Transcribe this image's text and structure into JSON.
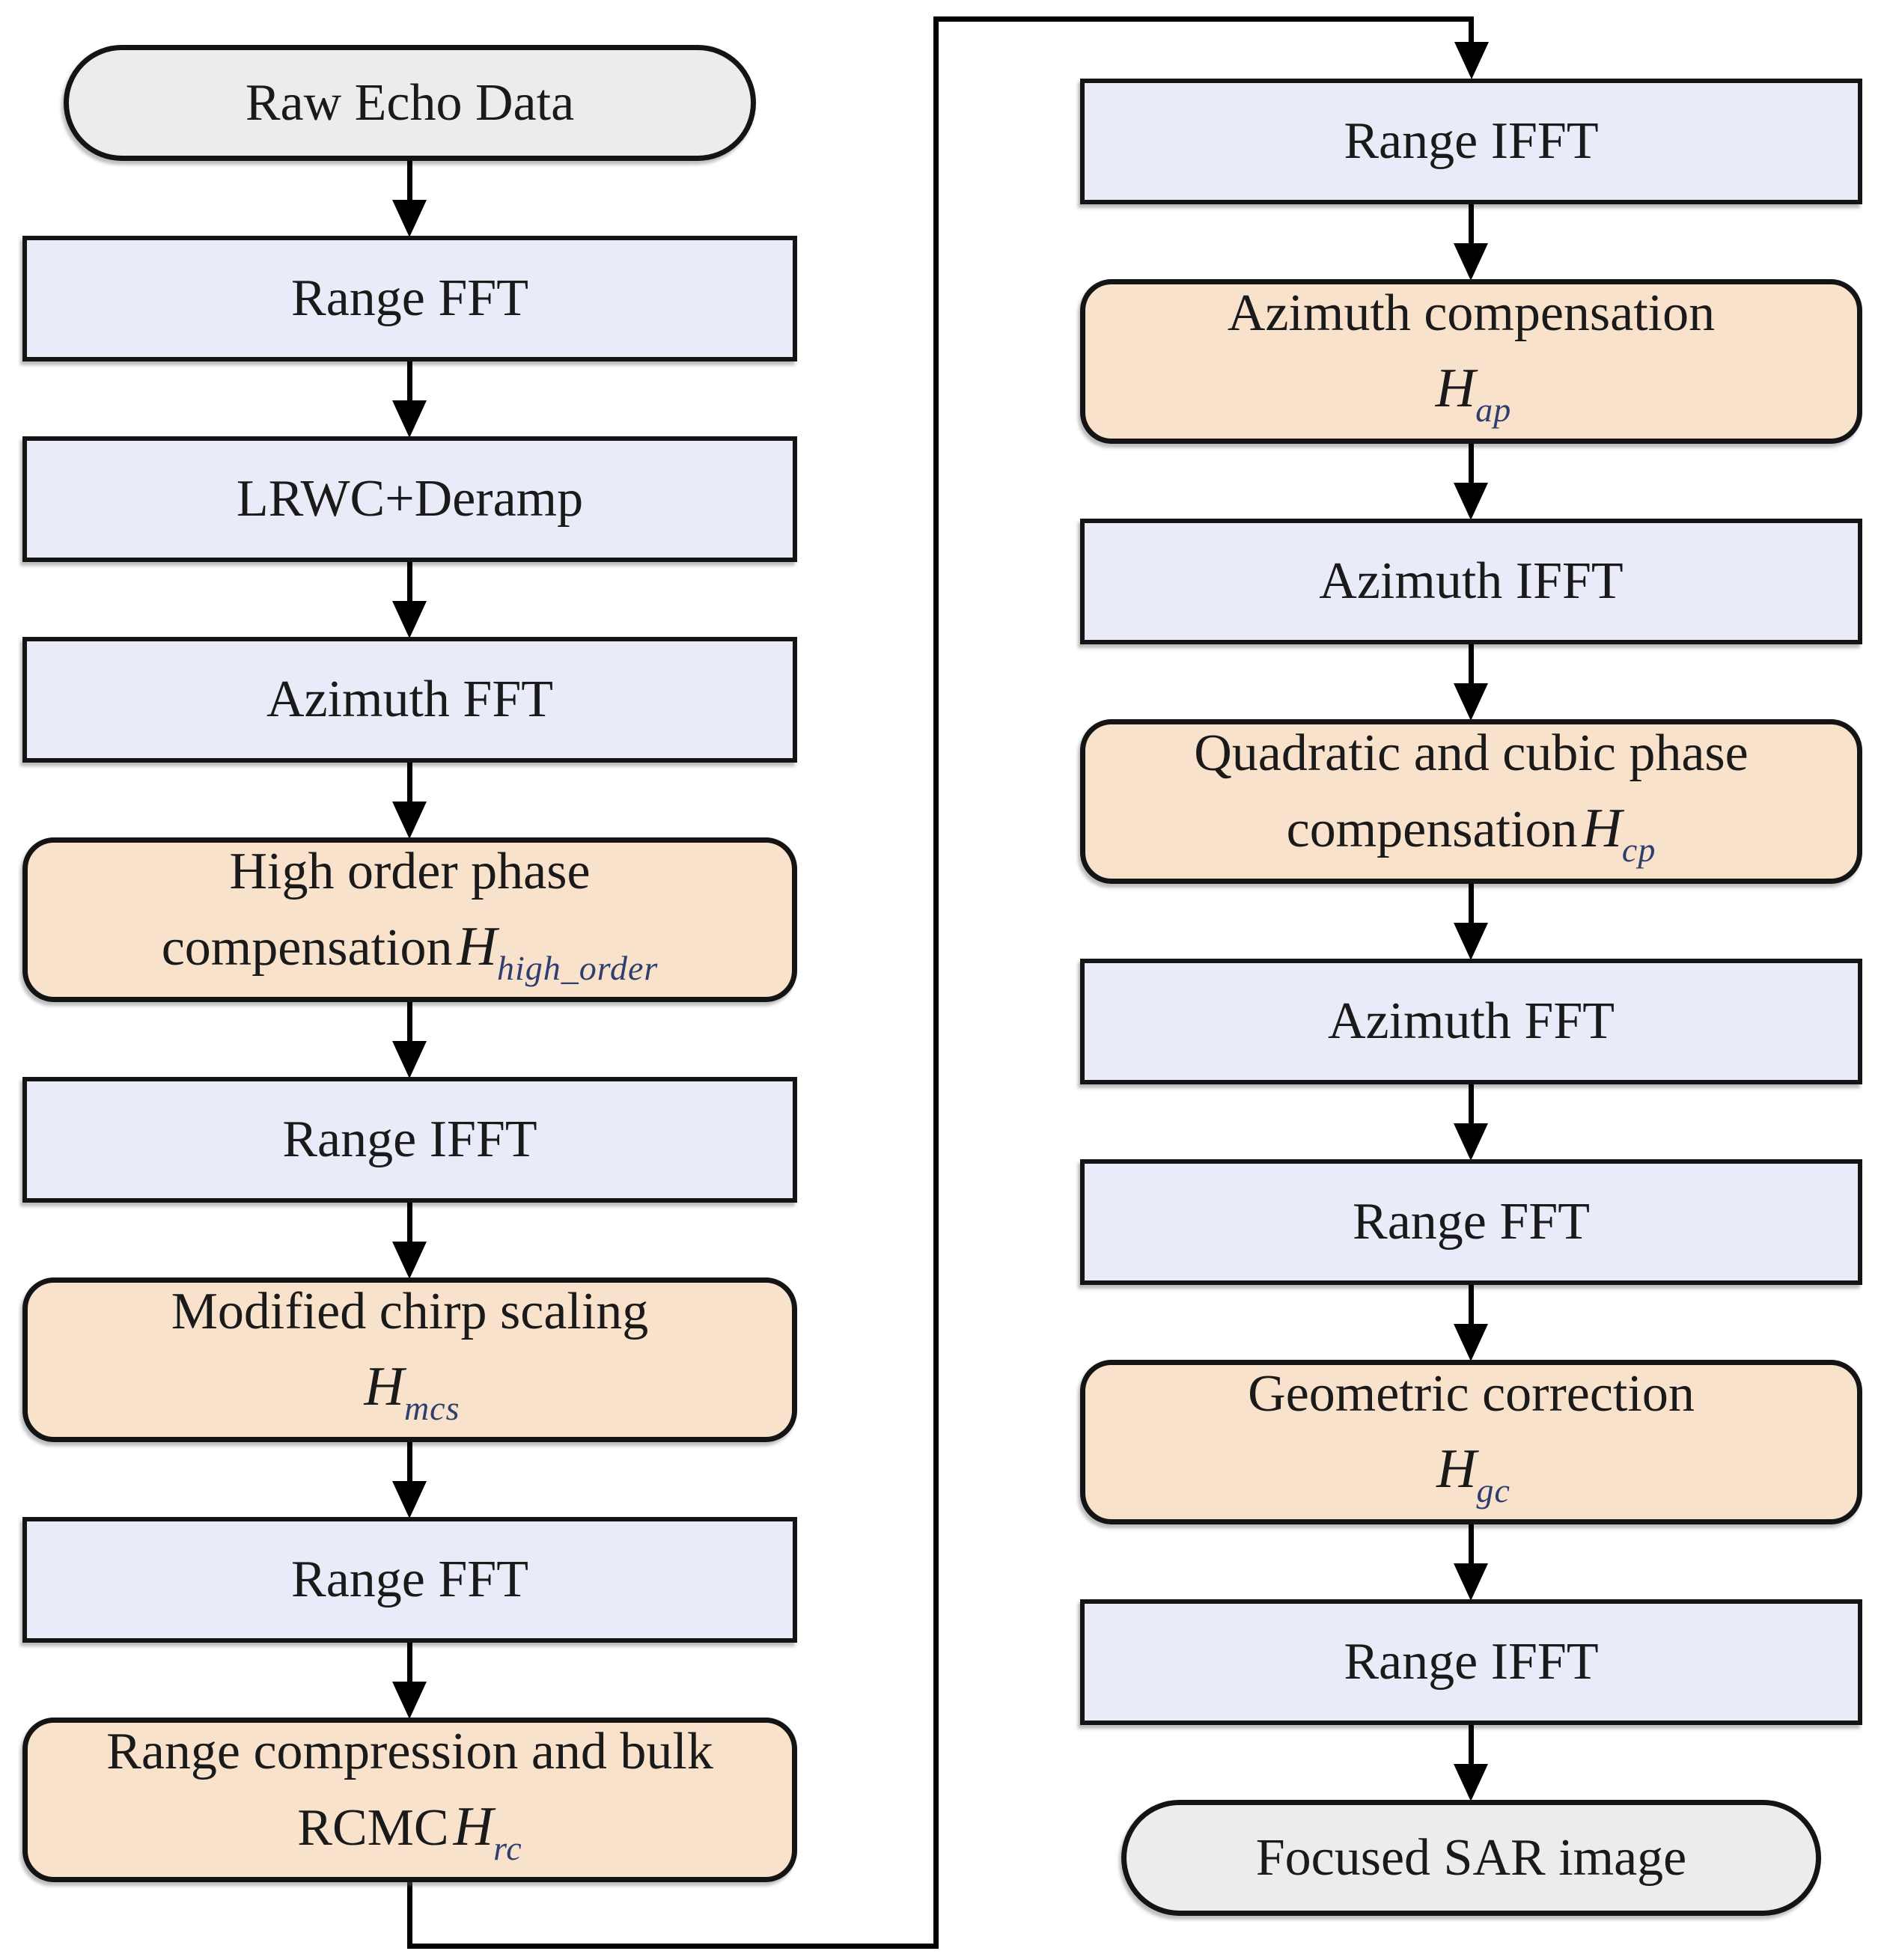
{
  "flowchart": {
    "title": "",
    "columns": [
      {
        "name": "left-chain",
        "nodes": [
          {
            "id": "raw-echo-data",
            "type": "terminator",
            "label_lines": [
              {
                "text": "Raw Echo Data"
              }
            ]
          },
          {
            "id": "range-fft-1",
            "type": "process",
            "label_lines": [
              {
                "text": "Range FFT"
              }
            ]
          },
          {
            "id": "lrwc-deramp",
            "type": "process",
            "label_lines": [
              {
                "text": "LRWC+Deramp"
              }
            ]
          },
          {
            "id": "azimuth-fft-1",
            "type": "process",
            "label_lines": [
              {
                "text": "Azimuth FFT"
              }
            ]
          },
          {
            "id": "high-order-phase-compensation",
            "type": "filter",
            "label_lines": [
              {
                "text": "High order phase"
              },
              {
                "text": "compensation",
                "formula": {
                  "base": "H",
                  "sub": "high_order"
                }
              }
            ]
          },
          {
            "id": "range-ifft-1",
            "type": "process",
            "label_lines": [
              {
                "text": "Range IFFT"
              }
            ]
          },
          {
            "id": "modified-chirp-scaling",
            "type": "filter",
            "label_lines": [
              {
                "text": "Modified chirp scaling"
              },
              {
                "text": "",
                "formula": {
                  "base": "H",
                  "sub": "mcs"
                }
              }
            ]
          },
          {
            "id": "range-fft-2",
            "type": "process",
            "label_lines": [
              {
                "text": "Range FFT"
              }
            ]
          },
          {
            "id": "range-compression-bulk-rcmc",
            "type": "filter",
            "label_lines": [
              {
                "text": "Range compression and bulk"
              },
              {
                "text": "RCMC",
                "formula": {
                  "base": "H",
                  "sub": "rc"
                }
              }
            ]
          }
        ]
      },
      {
        "name": "right-chain",
        "nodes": [
          {
            "id": "range-ifft-2",
            "type": "process",
            "label_lines": [
              {
                "text": "Range IFFT"
              }
            ]
          },
          {
            "id": "azimuth-compensation",
            "type": "filter",
            "label_lines": [
              {
                "text": "Azimuth compensation"
              },
              {
                "text": "",
                "formula": {
                  "base": "H",
                  "sub": "ap"
                }
              }
            ]
          },
          {
            "id": "azimuth-ifft",
            "type": "process",
            "label_lines": [
              {
                "text": "Azimuth IFFT"
              }
            ]
          },
          {
            "id": "quadratic-cubic-phase-compensation",
            "type": "filter",
            "label_lines": [
              {
                "text": "Quadratic and cubic phase"
              },
              {
                "text": "compensation",
                "formula": {
                  "base": "H",
                  "sub": "cp"
                }
              }
            ]
          },
          {
            "id": "azimuth-fft-2",
            "type": "process",
            "label_lines": [
              {
                "text": "Azimuth FFT"
              }
            ]
          },
          {
            "id": "range-fft-3",
            "type": "process",
            "label_lines": [
              {
                "text": "Range FFT"
              }
            ]
          },
          {
            "id": "geometric-correction",
            "type": "filter",
            "label_lines": [
              {
                "text": "Geometric correction"
              },
              {
                "text": "",
                "formula": {
                  "base": "H",
                  "sub": "gc"
                }
              }
            ]
          },
          {
            "id": "range-ifft-3",
            "type": "process",
            "label_lines": [
              {
                "text": "Range IFFT"
              }
            ]
          },
          {
            "id": "focused-sar-image",
            "type": "terminator",
            "label_lines": [
              {
                "text": "Focused SAR image"
              }
            ]
          }
        ]
      }
    ]
  },
  "colors": {
    "process_fill": "#e9ecf8",
    "filter_fill": "#f9e2cb",
    "terminator_fill": "#ececec",
    "border": "#141414",
    "subscript": "#2e3e6e",
    "arrow": "#000000"
  }
}
